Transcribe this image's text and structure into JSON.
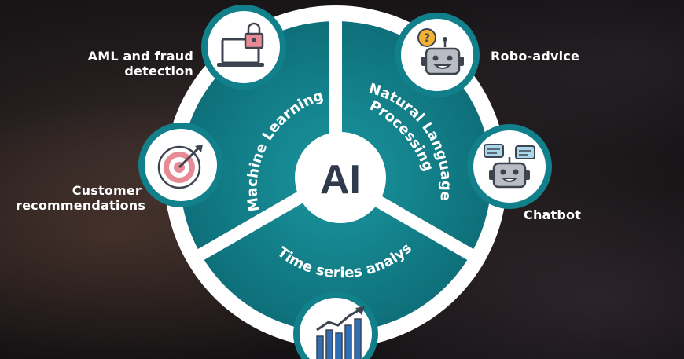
{
  "center": {
    "label": "AI"
  },
  "segments": [
    {
      "label": "Machine Learning"
    },
    {
      "label": "Natural Language"
    },
    {
      "label": "Processing"
    },
    {
      "label": "Time series analysis"
    }
  ],
  "applications": {
    "aml": {
      "line1": "AML and fraud",
      "line2": "detection"
    },
    "robo": {
      "label": "Robo-advice"
    },
    "customer": {
      "line1": "Customer",
      "line2": "recommendations"
    },
    "chatbot": {
      "label": "Chatbot"
    }
  },
  "colors": {
    "teal": "#12808a",
    "teal_dark": "#0e6f79",
    "ring": "#ffffff",
    "center_text": "#2f3a4c"
  },
  "icons": [
    "laptop-lock-icon",
    "robot-question-icon",
    "target-icon",
    "robot-chat-icon",
    "rising-bar-chart-icon"
  ]
}
